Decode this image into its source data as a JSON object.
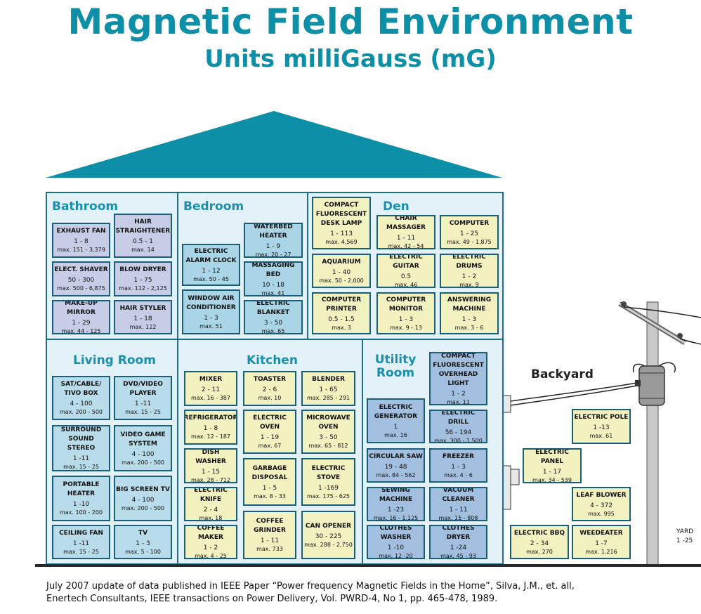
{
  "header": {
    "title": "Magnetic Field Environment",
    "subtitle": "Units milliGauss (mG)"
  },
  "rooms": {
    "bathroom": "Bathroom",
    "bedroom": "Bedroom",
    "den": "Den",
    "living_room": "Living Room",
    "kitchen": "Kitchen",
    "utility": "Utility Room"
  },
  "backyard": "Backyard",
  "yard": {
    "label": "YARD",
    "range": "1 -25"
  },
  "items": {
    "exhaust_fan": {
      "name": "EXHAUST FAN",
      "range": "1 - 8",
      "max": "max. 151 - 3,379"
    },
    "hair_straightener": {
      "name": "HAIR STRAIGHTENER",
      "range": "0.5 - 1",
      "max": "max. 14"
    },
    "elect_shaver": {
      "name": "ELECT. SHAVER",
      "range": "50 - 300",
      "max": "max. 500 - 6,875"
    },
    "blow_dryer": {
      "name": "BLOW DRYER",
      "range": "1 - 75",
      "max": "max. 112 - 2,125"
    },
    "makeup_mirror": {
      "name": "MAKE-UP MIRROR",
      "range": "1 - 29",
      "max": "max. 44 - 125"
    },
    "hair_styler": {
      "name": "HAIR STYLER",
      "range": "1 - 18",
      "max": "max. 122"
    },
    "waterbed_heater": {
      "name": "WATERBED HEATER",
      "range": "1 - 9",
      "max": "max. 20 - 27"
    },
    "electric_alarm_clock": {
      "name": "ELECTRIC ALARM CLOCK",
      "range": "1 - 12",
      "max": "max. 50 - 45"
    },
    "massaging_bed": {
      "name": "MASSAGING BED",
      "range": "10 - 18",
      "max": "max. 41"
    },
    "window_air_conditioner": {
      "name": "WINDOW AIR CONDITIONER",
      "range": "1 - 3",
      "max": "max. 51"
    },
    "electric_blanket": {
      "name": "ELECTRIC BLANKET",
      "range": "3 - 50",
      "max": "max. 65"
    },
    "compact_fluorescent_desk_lamp": {
      "name": "COMPACT FLUORESCENT DESK LAMP",
      "range": "1 - 113",
      "max": "max. 4,569"
    },
    "chair_massager": {
      "name": "CHAIR MASSAGER",
      "range": "1 - 11",
      "max": "max. 42 - 54"
    },
    "computer": {
      "name": "COMPUTER",
      "range": "1 - 25",
      "max": "max. 49 - 1,875"
    },
    "aquarium": {
      "name": "AQUARIUM",
      "range": "1 - 40",
      "max": "max. 50 - 2,000"
    },
    "electric_guitar": {
      "name": "ELECTRIC GUITAR",
      "range": "0.5",
      "max": "max. 46"
    },
    "electric_drums": {
      "name": "ELECTRIC DRUMS",
      "range": "1 - 2",
      "max": "max. 9"
    },
    "computer_printer": {
      "name": "COMPUTER PRINTER",
      "range": "0.5 - 1.5",
      "max": "max. 3"
    },
    "computer_monitor": {
      "name": "COMPUTER MONITOR",
      "range": "1 - 3",
      "max": "max. 9 - 13"
    },
    "answering_machine": {
      "name": "ANSWERING MACHINE",
      "range": "1 - 3",
      "max": "max. 3 - 6"
    },
    "sat_cable_tivo": {
      "name": "SAT/CABLE/ TIVO BOX",
      "range": "4 - 100",
      "max": "max. 200 - 500"
    },
    "dvd_video_player": {
      "name": "DVD/VIDEO PLAYER",
      "range": "1 -11",
      "max": "max. 15 - 25"
    },
    "surround_sound_stereo": {
      "name": "SURROUND SOUND STEREO",
      "range": "1 -11",
      "max": "max. 15 - 25"
    },
    "video_game_system": {
      "name": "VIDEO GAME SYSTEM",
      "range": "4 - 100",
      "max": "max. 200 - 500"
    },
    "portable_heater": {
      "name": "PORTABLE HEATER",
      "range": "1 -10",
      "max": "max. 100 - 200"
    },
    "big_screen_tv": {
      "name": "BIG SCREEN TV",
      "range": "4 - 100",
      "max": "max. 200 - 500"
    },
    "ceiling_fan": {
      "name": "CEILING FAN",
      "range": "1 -11",
      "max": "max. 15 - 25"
    },
    "tv": {
      "name": "TV",
      "range": "1 - 3",
      "max": "max. 5 - 100"
    },
    "mixer": {
      "name": "MIXER",
      "range": "2 - 11",
      "max": "max. 16 - 387"
    },
    "toaster": {
      "name": "TOASTER",
      "range": "2 - 6",
      "max": "max. 10"
    },
    "blender": {
      "name": "BLENDER",
      "range": "1 - 65",
      "max": "max. 285 - 291"
    },
    "refrigerator": {
      "name": "REFRIGERATOR",
      "range": "1 - 8",
      "max": "max. 12 - 187"
    },
    "electric_oven": {
      "name": "ELECTRIC OVEN",
      "range": "1 - 19",
      "max": "max. 67"
    },
    "microwave_oven": {
      "name": "MICROWAVE OVEN",
      "range": "3 - 50",
      "max": "max. 65 - 812"
    },
    "dish_washer": {
      "name": "DISH WASHER",
      "range": "1 - 15",
      "max": "max. 28 - 712"
    },
    "garbage_disposal": {
      "name": "GARBAGE DISPOSAL",
      "range": "1 - 5",
      "max": "max. 8 - 33"
    },
    "electric_stove": {
      "name": "ELECTRIC STOVE",
      "range": "1 -169",
      "max": "max. 175 - 625"
    },
    "electric_knife": {
      "name": "ELECTRIC KNIFE",
      "range": "2 - 4",
      "max": "max. 18"
    },
    "coffee_maker": {
      "name": "COFFEE MAKER",
      "range": "1 - 2",
      "max": "max. 4 - 25"
    },
    "coffee_grinder": {
      "name": "COFFEE GRINDER",
      "range": "1 - 11",
      "max": "max. 733"
    },
    "can_opener": {
      "name": "CAN OPENER",
      "range": "30 - 225",
      "max": "max. 288 - 2,750"
    },
    "compact_fluorescent_overhead_light": {
      "name": "COMPACT FLUORESCENT OVERHEAD LIGHT",
      "range": "1 - 2",
      "max": "max. 11"
    },
    "electric_generator": {
      "name": "ELECTRIC GENERATOR",
      "range": "1",
      "max": "max. 16"
    },
    "electric_drill": {
      "name": "ELECTRIC DRILL",
      "range": "56 - 194",
      "max": "max. 300 - 1,500"
    },
    "circular_saw": {
      "name": "CIRCULAR SAW",
      "range": "19 - 48",
      "max": "max. 84 - 562"
    },
    "freezer": {
      "name": "FREEZER",
      "range": "1 - 3",
      "max": "max. 4 - 6"
    },
    "sewing_machine": {
      "name": "SEWING MACHINE",
      "range": "1 -23",
      "max": "max. 16 - 1,125"
    },
    "vacuum_cleaner": {
      "name": "VACUUM CLEANER",
      "range": "1 - 11",
      "max": "max. 15 - 808"
    },
    "clothes_washer": {
      "name": "CLOTHES WASHER",
      "range": "1 -10",
      "max": "max. 12 -20"
    },
    "clothes_dryer": {
      "name": "CLOTHES DRYER",
      "range": "1 -24",
      "max": "max. 45 - 93"
    },
    "electric_pole": {
      "name": "ELECTRIC POLE",
      "range": "1 -13",
      "max": "max. 61"
    },
    "electric_panel": {
      "name": "ELECTRIC PANEL",
      "range": "1 - 17",
      "max": "max. 34 - 539"
    },
    "leaf_blower": {
      "name": "LEAF BLOWER",
      "range": "4 - 372",
      "max": "max. 995"
    },
    "electric_bbq": {
      "name": "ELECTRIC BBQ",
      "range": "2 - 34",
      "max": "max. 270"
    },
    "weedeater": {
      "name": "WEEDEATER",
      "range": "1 -7",
      "max": "max. 1,216"
    }
  },
  "citation": {
    "line1": "July 2007 update of data published in IEEE Paper “Power frequency Magnetic Fields in the Home”, Silva, J.M., et. all,",
    "line2": "Enertech Consultants, IEEE transactions on Power Delivery, Vol. PWRD-4, No 1, pp. 465-478, 1989."
  },
  "colors": {
    "title": "#0e8fa8",
    "roof": "#0e8fa8",
    "room_bg": "#e3f2f8",
    "bathroom_card": "#c7cde6",
    "bedroom_card": "#a9d5e6",
    "den_card": "#f2f1c0",
    "utility_card": "#a3bfe0",
    "yard_card": "#f2f1c0"
  }
}
